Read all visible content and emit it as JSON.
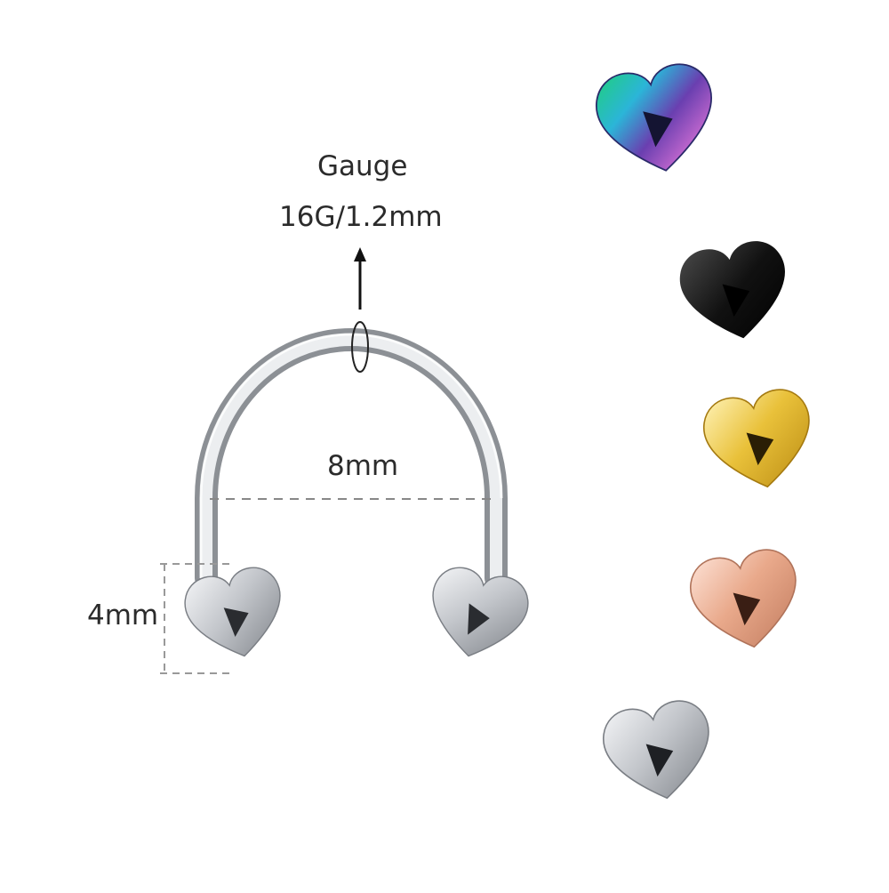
{
  "product": "horseshoe barbell with heart ends",
  "labels": {
    "gauge_title": "Gauge",
    "gauge_value": "16G/1.2mm",
    "diameter": "8mm",
    "ball_size": "4mm"
  },
  "color_options": [
    {
      "name": "rainbow",
      "base": "#6a3fb0"
    },
    {
      "name": "black",
      "base": "#111111"
    },
    {
      "name": "gold",
      "base": "#e3b322"
    },
    {
      "name": "rose-gold",
      "base": "#e6a58a"
    },
    {
      "name": "silver",
      "base": "#c9ccd1"
    }
  ]
}
